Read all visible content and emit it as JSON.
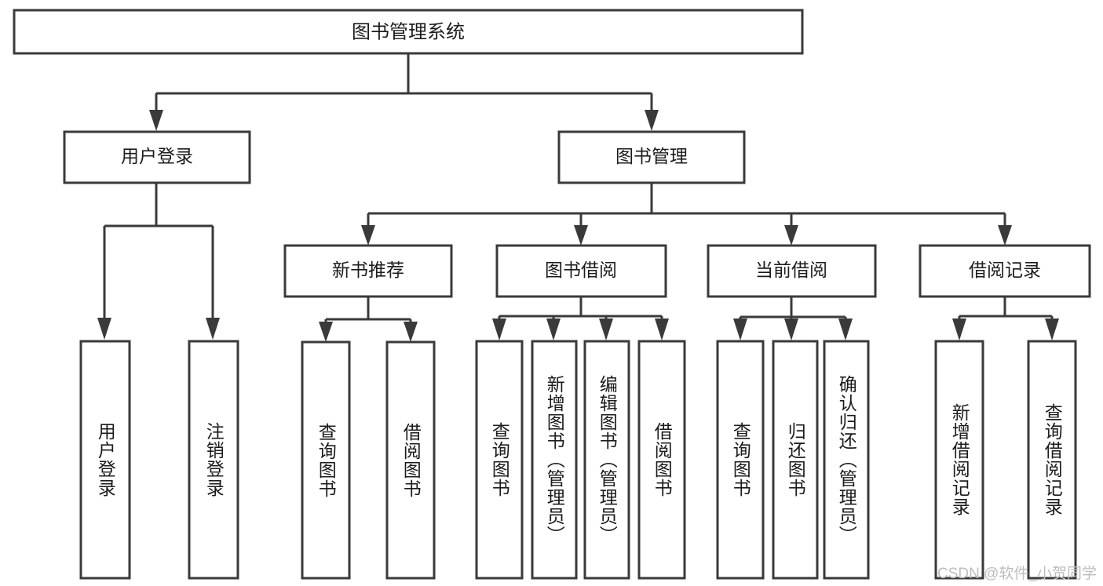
{
  "diagram": {
    "type": "tree-hierarchy",
    "title": "图书管理系统",
    "root": {
      "label": "图书管理系统"
    },
    "level2": [
      {
        "label": "用户登录"
      },
      {
        "label": "图书管理"
      }
    ],
    "level3": [
      {
        "label": "新书推荐"
      },
      {
        "label": "图书借阅"
      },
      {
        "label": "当前借阅"
      },
      {
        "label": "借阅记录"
      }
    ],
    "leaves": {
      "user_login": [
        {
          "label": "用户登录"
        },
        {
          "label": "注销登录"
        }
      ],
      "new_book_recommend": [
        {
          "label": "查询图书"
        },
        {
          "label": "借阅图书"
        }
      ],
      "book_borrow": [
        {
          "label": "查询图书"
        },
        {
          "label": "新增图书（管理员）"
        },
        {
          "label": "编辑图书（管理员）"
        },
        {
          "label": "借阅图书"
        }
      ],
      "current_borrow": [
        {
          "label": "查询图书"
        },
        {
          "label": "归还图书"
        },
        {
          "label": "确认归还（管理员）"
        }
      ],
      "borrow_record": [
        {
          "label": "新增借阅记录"
        },
        {
          "label": "查询借阅记录"
        }
      ]
    }
  },
  "watermark": {
    "text": "CSDN @软件_小贺同学"
  },
  "colors": {
    "box_stroke": "#3a3a3a",
    "box_fill": "#ffffff",
    "text": "#1c1c1c",
    "background": "#ffffff",
    "watermark": "#bdbdbd"
  }
}
